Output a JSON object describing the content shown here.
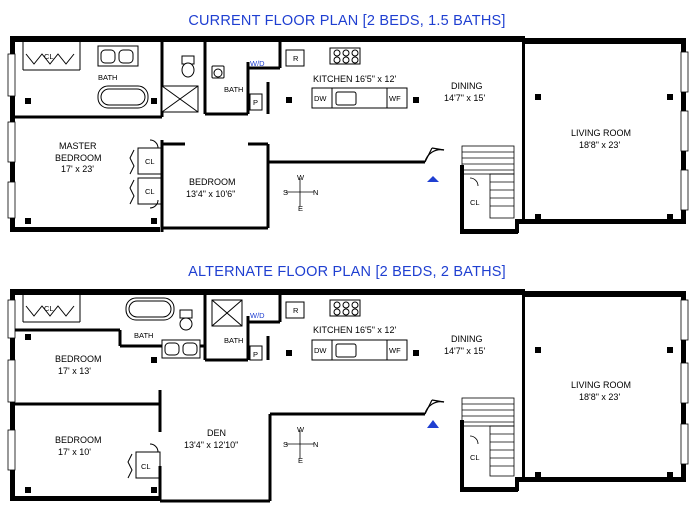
{
  "current": {
    "title": "CURRENT FLOOR PLAN [2 BEDS, 1.5 BATHS]",
    "rooms": {
      "cl_top": "CL",
      "bath": "BATH",
      "wd": "W/D",
      "half_bath": "BATH",
      "refrigerator": "R",
      "p": "P",
      "kitchen": "KITCHEN 16'5\" x 12'",
      "dw": "DW",
      "wf": "WF",
      "dining_name": "DINING",
      "dining_dim": "14'7\" x 15'",
      "living_name": "LIVING ROOM",
      "living_dim": "18'8\" x 23'",
      "master_name1": "MASTER",
      "master_name2": "BEDROOM",
      "master_dim": "17' x 23'",
      "cl_a": "CL",
      "cl_b": "CL",
      "bedroom_name": "BEDROOM",
      "bedroom_dim": "13'4\" x 10'6\"",
      "cl_entry": "CL"
    },
    "compass": {
      "n": "N",
      "s": "S",
      "e": "E",
      "w": "W"
    }
  },
  "alternate": {
    "title": "ALTERNATE FLOOR PLAN [2 BEDS, 2 BATHS]",
    "rooms": {
      "cl_top": "CL",
      "bath": "BATH",
      "wd": "W/D",
      "half_bath": "BATH",
      "refrigerator": "R",
      "p": "P",
      "kitchen": "KITCHEN 16'5\" x 12'",
      "dw": "DW",
      "wf": "WF",
      "dining_name": "DINING",
      "dining_dim": "14'7\" x 15'",
      "living_name": "LIVING ROOM",
      "living_dim": "18'8\" x 23'",
      "bedroom1_name": "BEDROOM",
      "bedroom1_dim": "17' x 13'",
      "bedroom2_name": "BEDROOM",
      "bedroom2_dim": "17' x 10'",
      "den_name": "DEN",
      "den_dim": "13'4\" x 12'10\"",
      "cl_bed2": "CL",
      "cl_entry": "CL"
    },
    "compass": {
      "n": "N",
      "s": "S",
      "e": "E",
      "w": "W"
    }
  },
  "colors": {
    "title": "#1f3fd1",
    "wall": "#000000",
    "entry_marker": "#1f3fd1"
  }
}
